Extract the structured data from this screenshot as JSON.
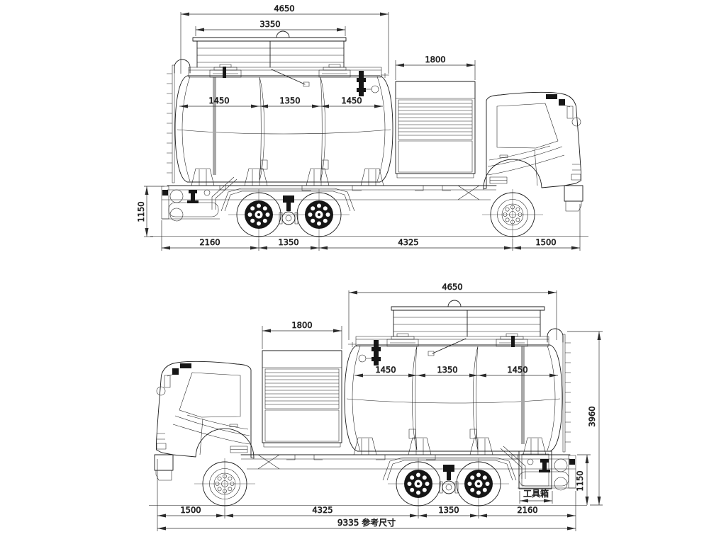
{
  "title": "tank-truck-technical-drawing",
  "colors": {
    "line": "#1c1c1c",
    "dim": "#2b2b2b",
    "background": "#ffffff",
    "strap": "#a8a8a8"
  },
  "top_view": {
    "tank_length": "4650",
    "rail_span": "3350",
    "cabinet_width": "1800",
    "compartment_left": "1450",
    "compartment_middle": "1350",
    "compartment_right": "1450",
    "platform_height": "1150",
    "rear_overhang": "2160",
    "axle_spacing": "1350",
    "wheelbase": "4325",
    "front_overhang": "1500"
  },
  "bottom_view": {
    "tank_length": "4650",
    "cabinet_width": "1800",
    "compartment_left": "1450",
    "compartment_middle": "1350",
    "compartment_right": "1450",
    "overall_height": "3960",
    "platform_height": "1150",
    "front_overhang": "1500",
    "wheelbase": "4325",
    "axle_spacing": "1350",
    "rear_overhang": "2160",
    "overall_length_label": "9335 参考尺寸",
    "toolbox_label": "工具箱"
  }
}
